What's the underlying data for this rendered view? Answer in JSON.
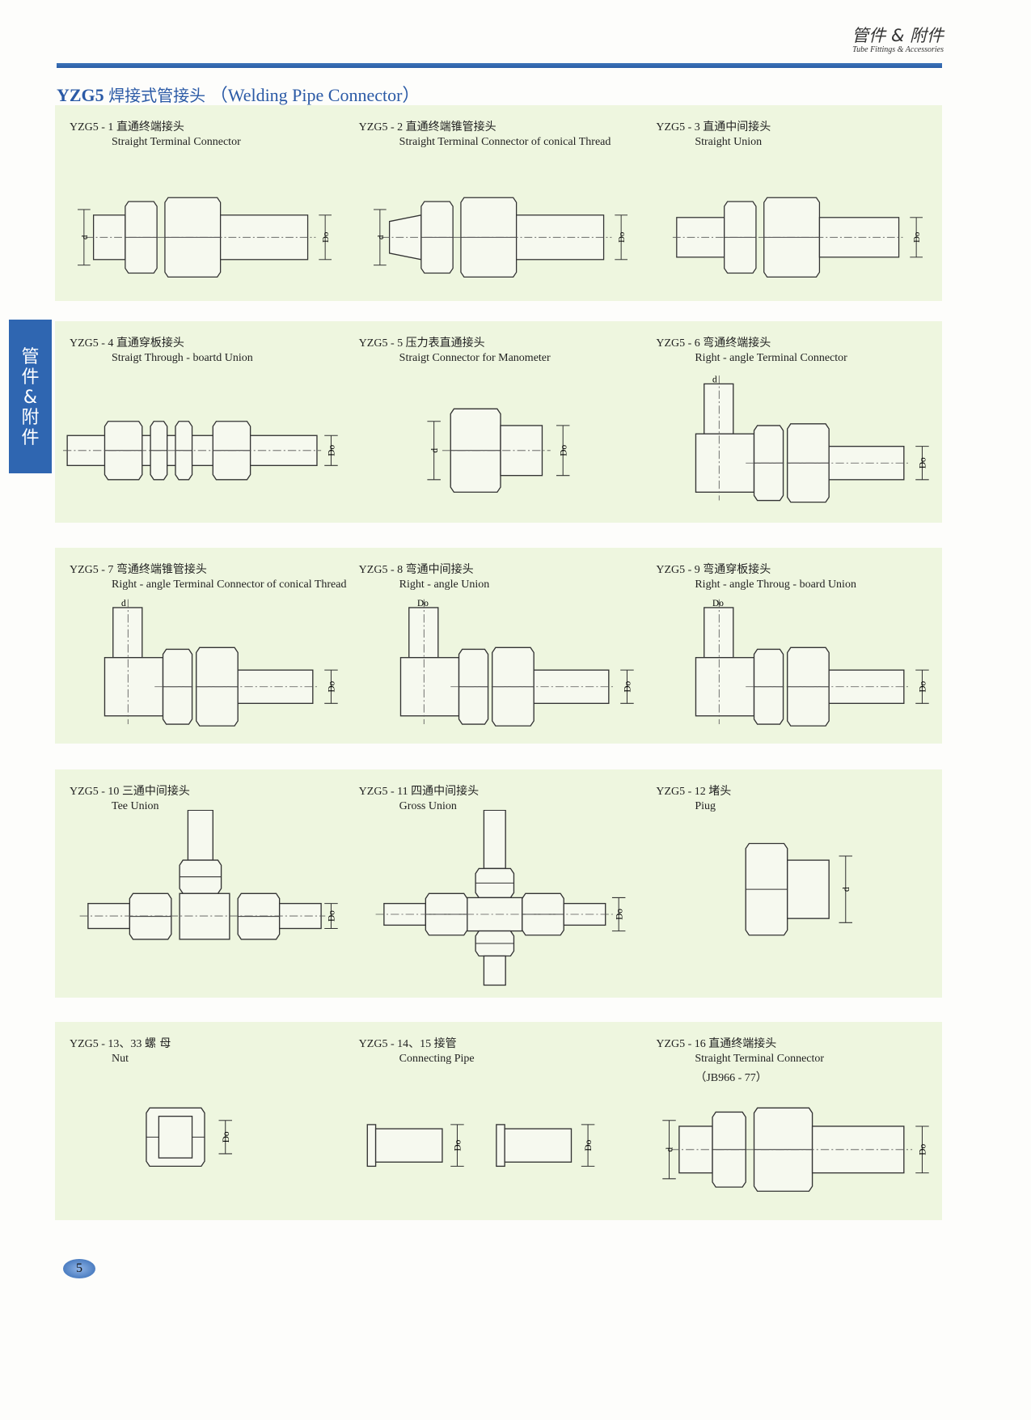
{
  "header": {
    "section_cn": "管件 & 附件",
    "section_en": "Tube Fittings & Accessories"
  },
  "title": {
    "code": "YZG5",
    "cn": "焊接式管接头",
    "en": "（Welding Pipe Connector）"
  },
  "side_tab": {
    "label": "管件&附件"
  },
  "page_number": "5",
  "rows": [
    {
      "items": [
        {
          "code": "YZG5 - 1",
          "cn": "直通终端接头",
          "en": "Straight Terminal Connector",
          "type": "straight",
          "dims": [
            "d",
            "Do"
          ]
        },
        {
          "code": "YZG5 - 2",
          "cn": "直通终端锥管接头",
          "en": "Straight Terminal Connector of conical Thread",
          "type": "straight-cone",
          "dims": [
            "d",
            "Do"
          ]
        },
        {
          "code": "YZG5 - 3",
          "cn": "直通中间接头",
          "en": "Straight Union",
          "type": "union",
          "dims": [
            "Do"
          ]
        }
      ]
    },
    {
      "items": [
        {
          "code": "YZG5 - 4",
          "cn": "直通穿板接头",
          "en": "Straigt Through - boartd Union",
          "type": "bulkhead",
          "dims": [
            "Do"
          ]
        },
        {
          "code": "YZG5 - 5",
          "cn": "压力表直通接头",
          "en": "Straigt Connector for Manometer",
          "type": "manometer",
          "dims": [
            "d",
            "Do"
          ]
        },
        {
          "code": "YZG5 - 6",
          "cn": "弯通终端接头",
          "en": "Right - angle Terminal Connector",
          "type": "elbow",
          "dims": [
            "d",
            "Do"
          ]
        }
      ]
    },
    {
      "items": [
        {
          "code": "YZG5 - 7",
          "cn": "弯通终端锥管接头",
          "en": "Right - angle Terminal Connector of conical Thread",
          "type": "elbow-cone",
          "dims": [
            "d",
            "Do"
          ]
        },
        {
          "code": "YZG5 - 8",
          "cn": "弯通中间接头",
          "en": "Right - angle Union",
          "type": "elbow-union",
          "dims": [
            "Do",
            "Do"
          ]
        },
        {
          "code": "YZG5 - 9",
          "cn": "弯通穿板接头",
          "en": "Right - angle Throug - board Union",
          "type": "elbow-bulk",
          "dims": [
            "Do"
          ]
        }
      ]
    },
    {
      "items": [
        {
          "code": "YZG5 - 10",
          "cn": "三通中间接头",
          "en": "Tee Union",
          "type": "tee",
          "dims": [
            "Do"
          ]
        },
        {
          "code": "YZG5 - 11",
          "cn": "四通中间接头",
          "en": "Gross Union",
          "type": "cross",
          "dims": [
            "Do"
          ]
        },
        {
          "code": "YZG5 - 12",
          "cn": "堵头",
          "en": "Piug",
          "type": "plug",
          "dims": [
            "d"
          ]
        }
      ]
    },
    {
      "items": [
        {
          "code": "YZG5 - 13、33",
          "cn": "螺 母",
          "en": "Nut",
          "type": "nut",
          "dims": [
            "Do"
          ]
        },
        {
          "code": "YZG5 - 14、15",
          "cn": "接管",
          "en": "Connecting Pipe",
          "type": "pipe",
          "dims": [
            "Do",
            "Do"
          ]
        },
        {
          "code": "YZG5 - 16",
          "cn": "直通终端接头",
          "en": "Straight Terminal Connector",
          "en2": "（JB966 - 77）",
          "type": "straight",
          "dims": [
            "d",
            "Do"
          ]
        }
      ]
    }
  ]
}
